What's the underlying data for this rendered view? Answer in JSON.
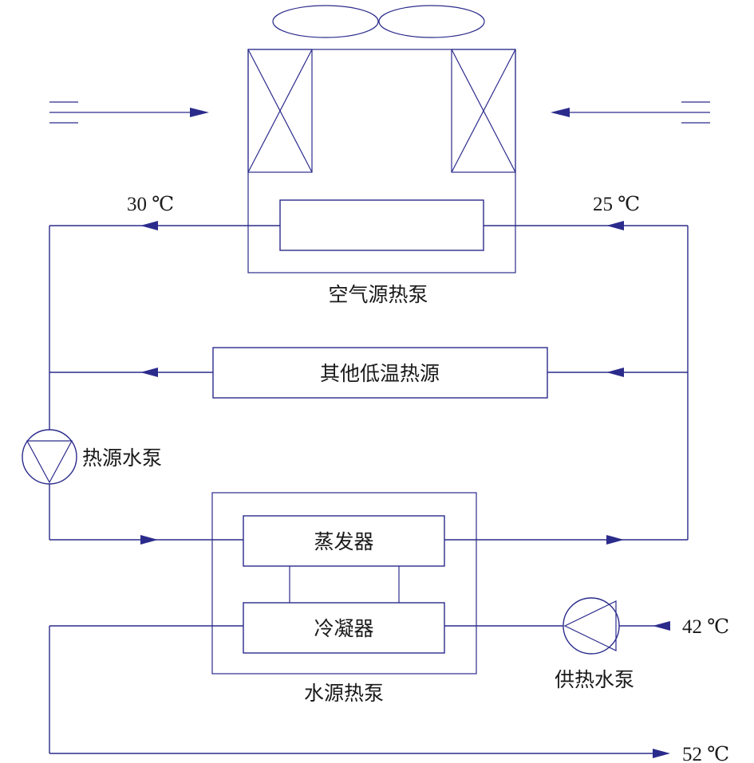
{
  "colors": {
    "line": "#2b2b8c",
    "arrow": "#2b2b8c",
    "text": "#1a1a1a"
  },
  "labels": {
    "air_source_heat_pump": "空气源热泵",
    "other_low_temp_source": "其他低温热源",
    "heat_source_pump": "热源水泵",
    "evaporator": "蒸发器",
    "condenser": "冷凝器",
    "water_source_heat_pump": "水源热泵",
    "heating_pump": "供热水泵"
  },
  "temperatures": {
    "source_out": "30 ℃",
    "source_return": "25 ℃",
    "supply_return": "42 ℃",
    "supply_out": "52 ℃"
  }
}
